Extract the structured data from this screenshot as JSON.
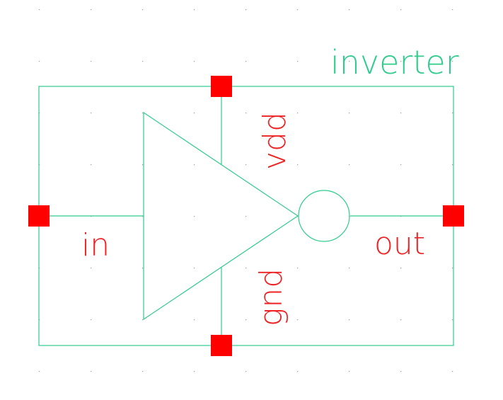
{
  "cell": {
    "name": "inverter"
  },
  "pins": {
    "in": "in",
    "out": "out",
    "vdd": "vdd",
    "gnd": "gnd"
  },
  "colors": {
    "background": "#ffffff",
    "wire": "#2ecc8c",
    "pin": "#ff0000",
    "pin_label": "#ee2222",
    "cell_label": "#2ecc8c",
    "grid_dot": "#9a9a9a"
  }
}
